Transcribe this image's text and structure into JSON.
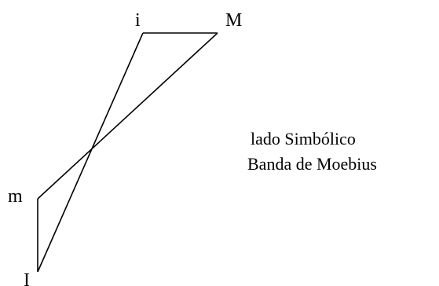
{
  "diagram": {
    "vertices": {
      "i": "i",
      "M": "M",
      "m": "m",
      "I": "I"
    },
    "caption": {
      "line1": "lado Simbólico",
      "line2": "Banda de Moebius"
    }
  },
  "colors": {
    "stroke": "#000000",
    "text": "#000000",
    "background": "#ffffff"
  }
}
